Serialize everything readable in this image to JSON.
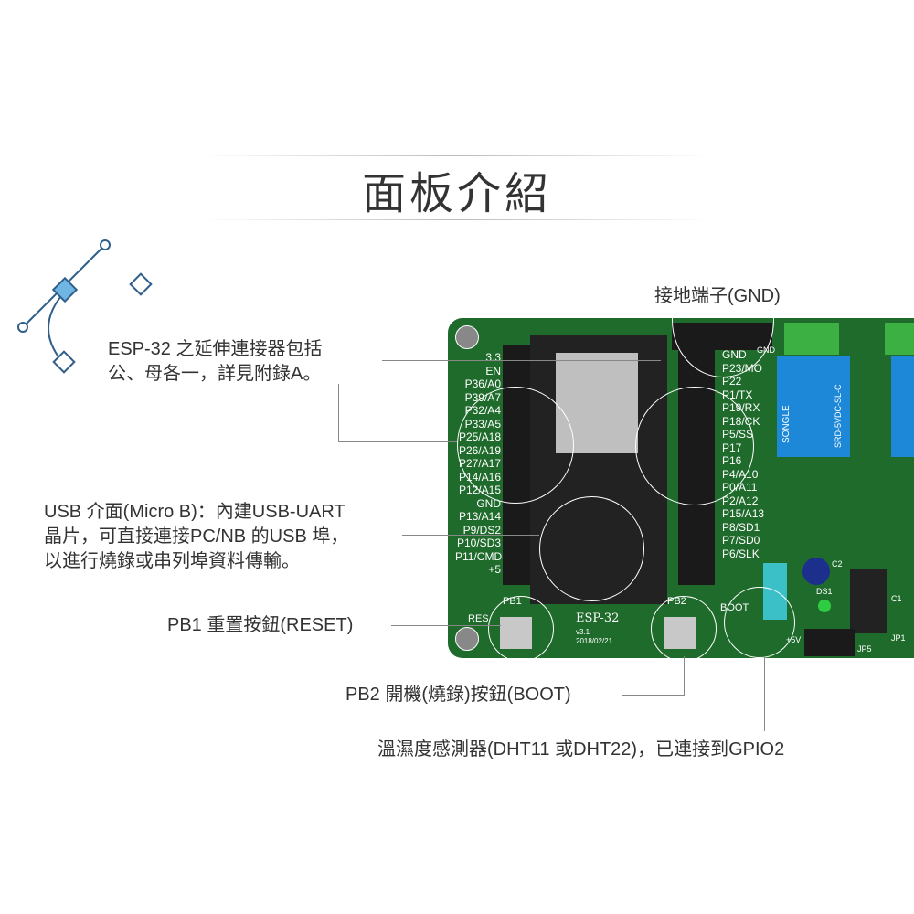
{
  "title": "面板介紹",
  "callouts": {
    "gnd": "接地端子(GND)",
    "esp_line1": "ESP-32 之延伸連接器包括",
    "esp_line2": "公、母各一，詳見附錄A。",
    "usb_line1": "USB 介面(Micro B)：內建USB-UART",
    "usb_line2": "晶片，可直接連接PC/NB 的USB 埠，",
    "usb_line3": "以進行燒錄或串列埠資料傳輸。",
    "pb1": "PB1 重置按鈕(RESET)",
    "pb2": "PB2 開機(燒錄)按鈕(BOOT)",
    "dht": "溫濕度感測器(DHT11 或DHT22)，已連接到GPIO2"
  },
  "board": {
    "left_pins": [
      "3.3",
      "EN",
      "P36/A0",
      "P39/A7",
      "P32/A4",
      "P33/A5",
      "P25/A18",
      "P26/A19",
      "P27/A17",
      "P14/A16",
      "P12/A15",
      "GND",
      "P13/A14",
      "P9/DS2",
      "P10/SD3",
      "P11/CMD",
      "+5"
    ],
    "right_pins": [
      "GND",
      "P23/MO",
      "P22",
      "P1/TX",
      "P19/RX",
      "P18/CK",
      "P5/SS",
      "P17",
      "P16",
      "P4/A10",
      "P0/A11",
      "P2/A12",
      "P15/A13",
      "P8/SD1",
      "P7/SD0",
      "P6/SLK"
    ],
    "silk": {
      "title": "ESP-32",
      "version": "v3.1",
      "date": "2018/02/21",
      "pb1": "PB1",
      "res": "RES",
      "pb2": "PB2",
      "boot": "BOOT",
      "gnd": "GND",
      "relay": "SONGLE",
      "relay_spec": "SRD-5VDC-SL-C",
      "ds1": "DS1",
      "jp5": "JP5",
      "jp1": "JP1",
      "c1": "C1",
      "c2": "C2",
      "p5v": "+5V"
    },
    "colors": {
      "pcb": "#1f6b2c",
      "relay": "#1e88d8",
      "terminal": "#3cb043"
    }
  }
}
